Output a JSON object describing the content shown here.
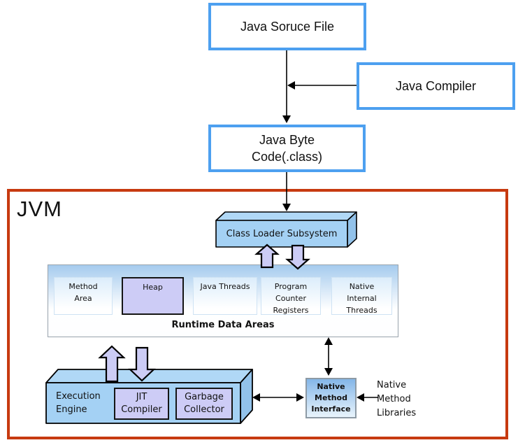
{
  "flow": {
    "java_source_file": "Java Soruce File",
    "java_compiler": "Java Compiler",
    "java_byte_code": "Java Byte Code(.class)"
  },
  "jvm": {
    "label": "JVM",
    "class_loader_subsystem": "Class Loader Subsystem",
    "runtime_data_areas": {
      "title": "Runtime Data Areas",
      "areas": [
        "Method Area",
        "Heap",
        "Java Threads",
        "Program Counter Registers",
        "Native Internal Threads"
      ]
    },
    "execution_engine": {
      "label": "Execution Engine",
      "components": [
        "JIT Compiler",
        "Garbage Collector"
      ]
    },
    "native_method_interface": "Native Method Interface",
    "native_method_libraries": "Native Method Libraries"
  },
  "arrows": [
    "java-source-file -> java-byte-code",
    "java-compiler -> source-to-bytecode-line",
    "java-byte-code -> class-loader-subsystem",
    "class-loader-subsystem <=> runtime-data-areas (block arrows up/down)",
    "runtime-data-areas <=> execution-engine (block arrows up/down)",
    "runtime-data-areas <-> native-method-interface",
    "execution-engine <-> native-method-interface",
    "native-method-libraries -> native-method-interface"
  ],
  "colors": {
    "blue_box_border": "#4da0f0",
    "jvm_border_red": "#c73a10",
    "cube_fill_blue": "#a4d1f4",
    "lavender_fill": "#cdccf6",
    "runtime_gradient_top": "#a5cbee",
    "nmi_gradient_top": "#84b6e8"
  }
}
